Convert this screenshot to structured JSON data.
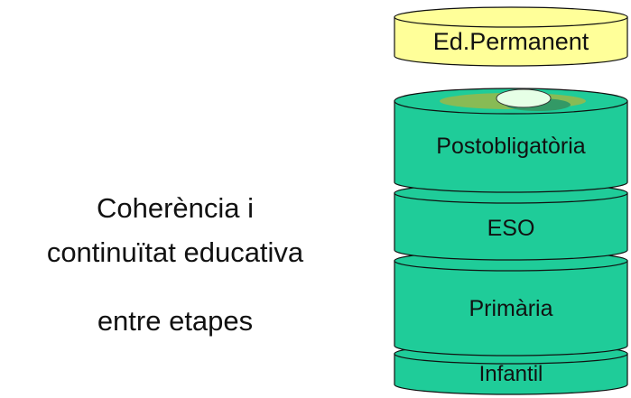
{
  "caption": {
    "line1": "Coherència i",
    "line2": "continuïtat educativa",
    "line3": "entre etapes"
  },
  "stack": {
    "colors": {
      "top_tier": "#ffff99",
      "lower_tiers": "#1fcc99",
      "outline": "#111111",
      "disc_inner": "#88bb55",
      "disc_white": "#e6ffe6",
      "disc_shadow": "#339966"
    },
    "tiers": [
      {
        "key": "ed_permanent",
        "label": "Ed.Permanent"
      },
      {
        "key": "postobligatoria",
        "label": "Postobligatòria"
      },
      {
        "key": "eso",
        "label": "ESO"
      },
      {
        "key": "primaria",
        "label": "Primària"
      },
      {
        "key": "infantil",
        "label": "Infantil"
      }
    ]
  }
}
